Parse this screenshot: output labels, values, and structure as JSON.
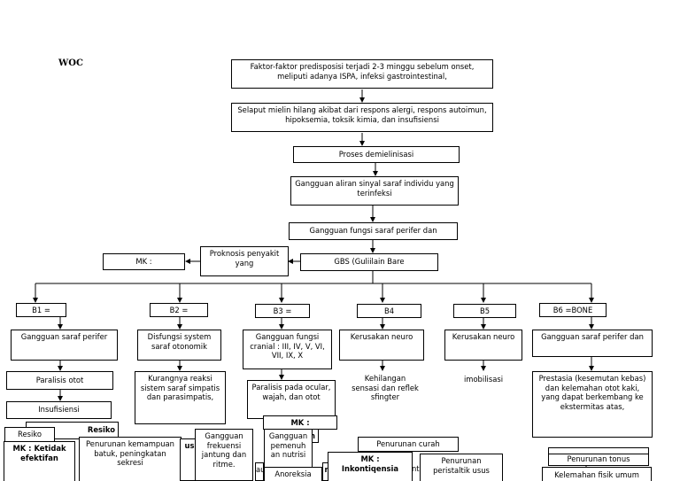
{
  "title": "WOC",
  "nodes": {
    "faktor": "Faktor-faktor predisposisi terjadi 2-3 minggu sebelum onset, meliputi adanya ISPA, infeksi gastrointestinal,",
    "selaput": "Selaput mielin hilang akibat dari respons alergi, respons autoimun, hipoksemia, toksik kimia, dan insufisiensi",
    "proses": "Proses demielinisasi",
    "gangguan_aliran": "Gangguan aliran sinyal saraf individu yang terinfeksi",
    "gangguan_fungsi": "Gangguan fungsi saraf perifer dan",
    "gbs": "GBS (Guliilain Bare",
    "proknosis": "Proknosis penyakit yang",
    "mk_top": "MK :",
    "b1": "B1 =",
    "b2": "B2 =",
    "b3": "B3 =",
    "b4": "B4",
    "b5": "B5",
    "b6": "B6 =BONE",
    "b1_c1": "Gangguan saraf perifer",
    "b1_c2": "Paralisis otot",
    "b1_c3": "Insufisiensi",
    "b1_resiko_a": "Resiko",
    "b1_resiko_b": "Resiko",
    "b1_mk": "MK : Ketidak efektifan",
    "b1_penurunan": "Penurunan kemampuan batuk, peningkatan sekresi",
    "b2_c1": "Disfungsi system saraf otonomik",
    "b2_c2": "Kurangnya reaksi sistem saraf simpatis dan parasimpatis,",
    "b2_gangguan": "Gangguan frekuensi jantung dan ritme.",
    "b2_frag": "us",
    "b3_c1": "Gangguan fungsi cranial : III, IV, V, VI, VII, IX, X",
    "b3_c2": "Paralisis pada ocular, wajah, dan otot",
    "b3_mk": "MK :",
    "b3_frag": "m",
    "b3_gangguan": "Gangguan pemenuh an nutrisi",
    "b3_anoreksia": "Anoreksia",
    "b3_frag2": "au",
    "b3_frag3": "ri",
    "b4_c1": "Kerusakan neuro",
    "b4_c2": "Kehilangan sensasi dan reflek sfingter",
    "b4_curah": "Penurunan curah",
    "b4_frag": "ke",
    "b4_frag2": "nt",
    "b4_mk": "MK : Inkontiqensia",
    "b5_c1": "Kerusakan neuro",
    "b5_c2": "imobilisasi",
    "b5_penurunan": "Penurunan peristaltik usus",
    "b6_c1": "Gangguan saraf perifer dan",
    "b6_c2": "Prestasia (kesemutan kebas) dan kelemahan otot kaki, yang dapat berkembang ke ekstermitas atas,",
    "b6_tonus": "Penurunan tonus",
    "b6_kelemahan": "Kelemahan fisik umum"
  }
}
